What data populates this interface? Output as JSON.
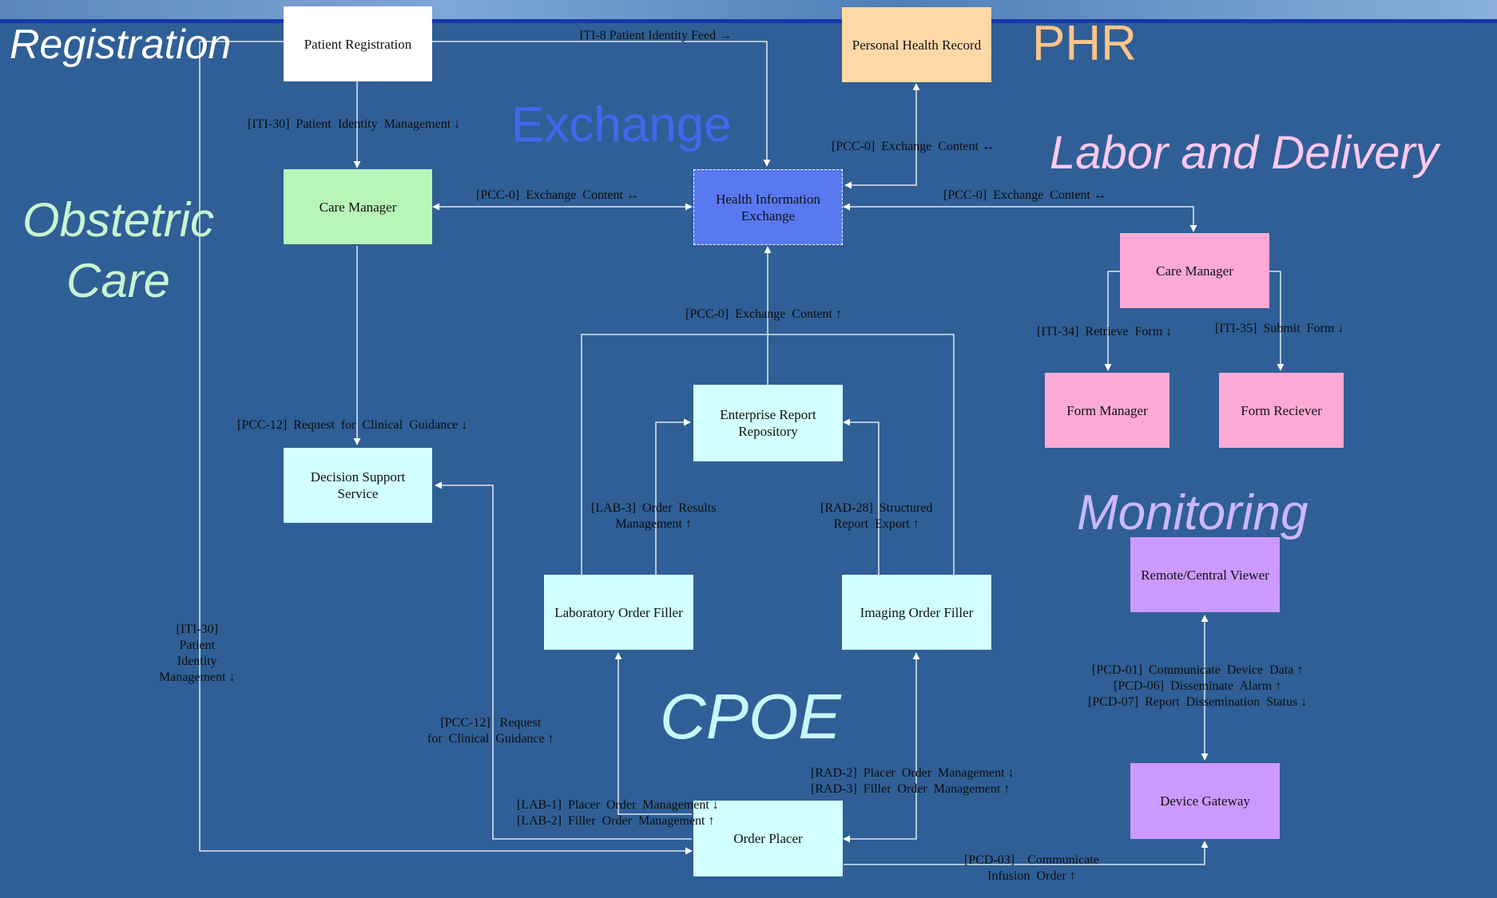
{
  "sections": {
    "registration": "Registration",
    "phr": "PHR",
    "exchange": "Exchange",
    "labor_delivery": "Labor and Delivery",
    "obstetric_line1": "Obstetric",
    "obstetric_line2": "Care",
    "monitoring": "Monitoring",
    "cpoe": "CPOE"
  },
  "actors": {
    "patient_registration": "Patient   Registration",
    "phr": "Personal  Health  Record",
    "care_manager_oc": "Care Manager",
    "hie": "Health   Information\nExchange",
    "care_manager_ld": "Care Manager",
    "form_manager": "Form  Manager",
    "form_receiver": "Form  Reciever",
    "enterprise_repo": "Enterprise   Report\nRepository",
    "decision_support": "Decision   Support\nService",
    "lab_filler": "Laboratory  Order  Filler",
    "imaging_filler": "Imaging  Order  Filler",
    "remote_viewer": "Remote/Central  Viewer",
    "device_gateway": "Device Gateway",
    "order_placer": "Order  Placer"
  },
  "transactions": {
    "iti8": "ITI-8 Patient Identity Feed →",
    "iti30_top": "[ITI-30]  Patient  Identity  Management ↓",
    "pcc0_phr": "[PCC-0]  Exchange  Content ↔",
    "pcc0_cm": "[PCC-0]  Exchange  Content ↔",
    "pcc0_ld": "[PCC-0]  Exchange  Content ↔",
    "pcc0_up": "[PCC-0]  Exchange  Content ↑",
    "iti34": "[ITI-34]  Retrieve  Form ↓",
    "iti35": "[ITI-35]  Submit  Form ↓",
    "pcc12_down": "[PCC-12]  Request  for  Clinical  Guidance ↓",
    "lab3": "[LAB-3]  Order  Results\nManagement ↑",
    "rad28": "[RAD-28]  Structured\nReport  Export ↑",
    "iti30_left": "[ITI-30]\nPatient\nIdentity\nManagement ↓",
    "pcd_group": "[PCD-01]  Communicate  Device  Data ↑\n[PCD-06]  Disseminate  Alarm ↑\n[PCD-07]  Report  Dissemination  Status ↓",
    "pcc12_up": "[PCC-12]   Request\nfor  Clinical  Guidance ↑",
    "rad_group": "[RAD-2]  Placer  Order  Management ↓\n[RAD-3]  Filler  Order  Management ↑",
    "lab_group": "[LAB-1]  Placer  Order  Management ↓\n[LAB-2]  Filler  Order  Management ↑",
    "pcd03": "[PCD-03]    Communicate\nInfusion  Order ↑"
  },
  "colors": {
    "background": "#2f5f96",
    "registration": "#ffffff",
    "phr_box": "#ffd8a8",
    "phr_title": "#ffc58a",
    "exchange_box": "#5a78f0",
    "exchange_title": "#4466ee",
    "obstetric_box": "#b8f5b8",
    "obstetric_title": "#c8f5d0",
    "labor_box": "#ffaad6",
    "labor_title": "#ffc8ee",
    "cpoe_box": "#d2ffff",
    "cpoe_title": "#c8f8ff",
    "monitoring_box": "#cc99ff",
    "monitoring_title": "#cbb8ff",
    "wire": "#ffffff"
  }
}
